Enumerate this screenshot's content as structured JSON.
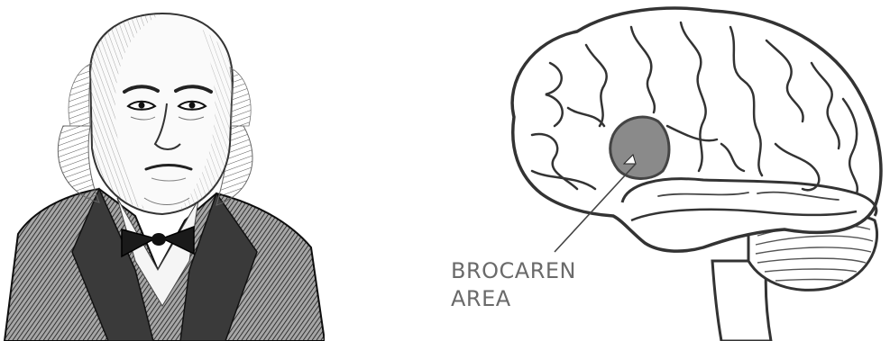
{
  "figure": {
    "left_panel": {
      "icon": "engraved-portrait-man-bow-tie"
    },
    "right_panel": {
      "icon": "brain-side-view",
      "label_lines": [
        "BROCAREN",
        "AREA"
      ],
      "highlight_color": "#8a8a8a",
      "outline_color": "#333333"
    }
  }
}
